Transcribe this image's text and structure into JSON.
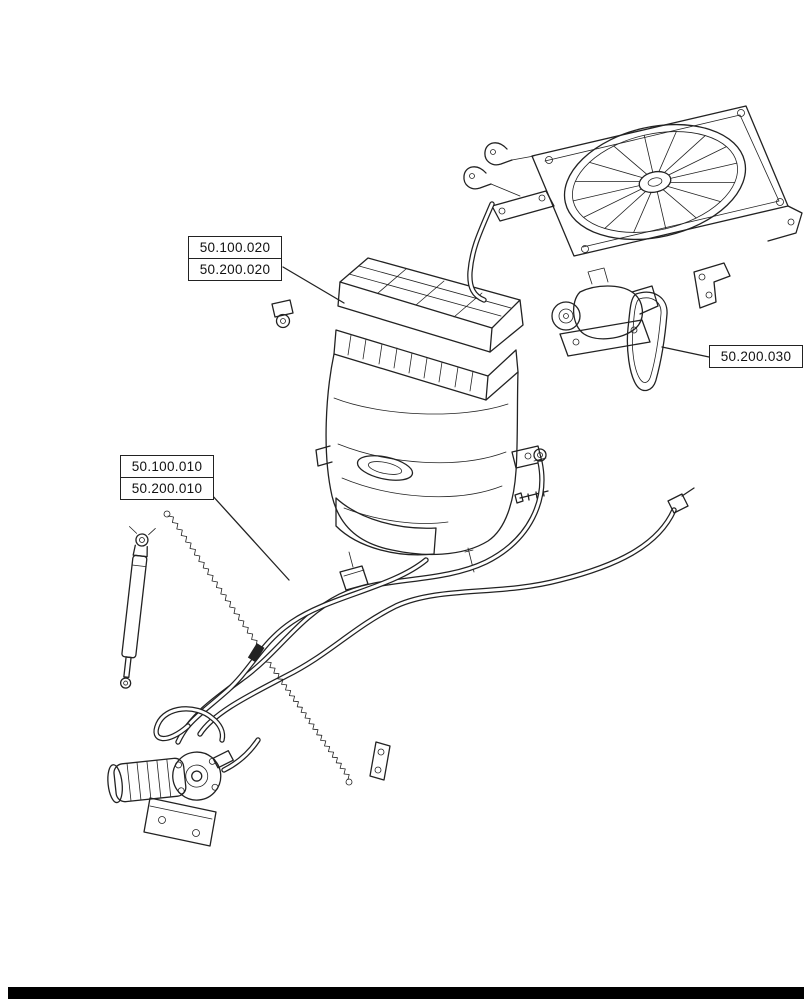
{
  "colors": {
    "ink": "#222222",
    "background": "#ffffff",
    "footer_bar": "#000000"
  },
  "callouts": [
    {
      "name": "callout-upper",
      "lines": [
        "50.100.020",
        "50.200.020"
      ]
    },
    {
      "name": "callout-compressor",
      "lines": [
        "50.200.030"
      ]
    },
    {
      "name": "callout-lower",
      "lines": [
        "50.100.010",
        "50.200.010"
      ]
    }
  ],
  "illustration": {
    "parts": [
      "fan-and-shroud-assembly",
      "compressor-and-belt",
      "hvac-evaporator-heater-unit",
      "mounting-clamp",
      "heater-hoses",
      "gas-strut",
      "drain-coil-hose",
      "water-pump-assembly",
      "mounting-bracket"
    ]
  }
}
